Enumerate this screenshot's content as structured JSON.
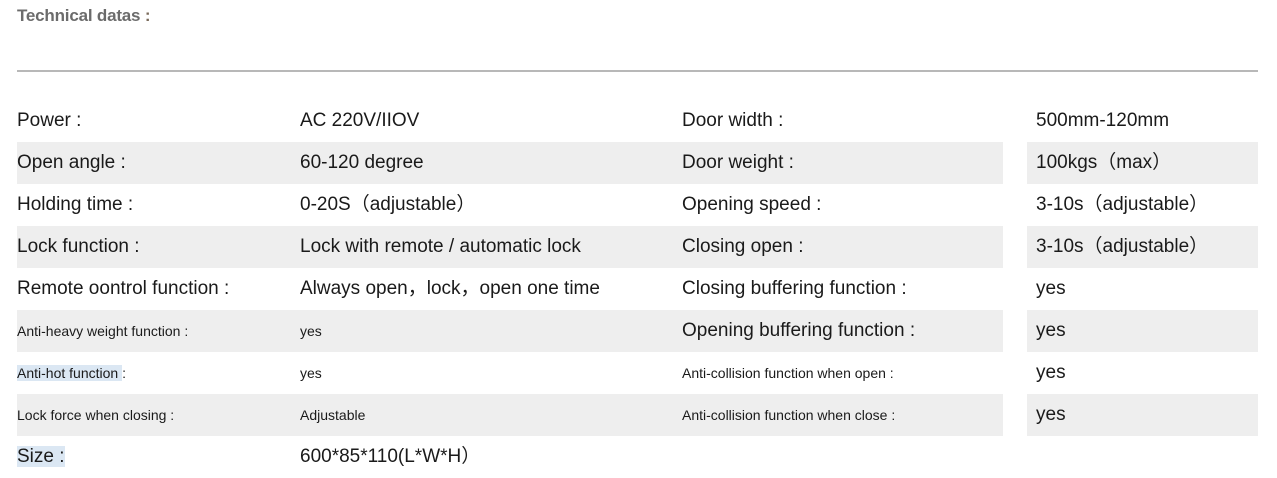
{
  "heading": {
    "text": "Technical datas",
    "colon": " :"
  },
  "table": {
    "rows": [
      {
        "striped": false,
        "label_left": "Power  :",
        "value_left": "AC 220V/IIOV",
        "label_right": "Door width  :",
        "value_right": "500mm-120mm"
      },
      {
        "striped": true,
        "label_left": "Open angle  :",
        "value_left": "60-120 degree",
        "label_right": "Door weight :",
        "value_right": "100kgs（max）"
      },
      {
        "striped": false,
        "label_left": "Holding time  :",
        "value_left": "0-20S（adjustable）",
        "label_right": "Opening speed :",
        "value_right": "3-10s（adjustable）"
      },
      {
        "striped": true,
        "label_left": "Lock function  :",
        "value_left": "Lock with remote / automatic lock",
        "label_right": "Closing open :",
        "value_right": "3-10s（adjustable）"
      },
      {
        "striped": false,
        "label_left": "Remote oontrol function :",
        "value_left": "Always open，lock，open one time",
        "label_right": "Closing buffering function :",
        "value_right": "yes"
      },
      {
        "striped": true,
        "label_left": "Anti-heavy weight function  :",
        "value_left": "yes",
        "label_right": "Opening buffering function :",
        "value_right": "yes"
      },
      {
        "striped": false,
        "label_left": "Anti-hot function ",
        "label_left_suffix": " :",
        "value_left": "yes",
        "label_right": "Anti-collision function when open :",
        "value_right": "yes"
      },
      {
        "striped": true,
        "label_left": "Lock force when closing  :",
        "value_left": "Adjustable",
        "label_right": "Anti-collision function when close :",
        "value_right": "yes"
      },
      {
        "striped": false,
        "label_left": "Size :",
        "value_left": "600*85*110(L*W*H）",
        "label_right": "",
        "value_right": ""
      }
    ]
  },
  "colors": {
    "heading": "#6b6b6b",
    "text": "#1a1a1a",
    "stripe": "#eeeeee",
    "divider": "#b8b8b8",
    "selection": "#dbe7f3"
  }
}
